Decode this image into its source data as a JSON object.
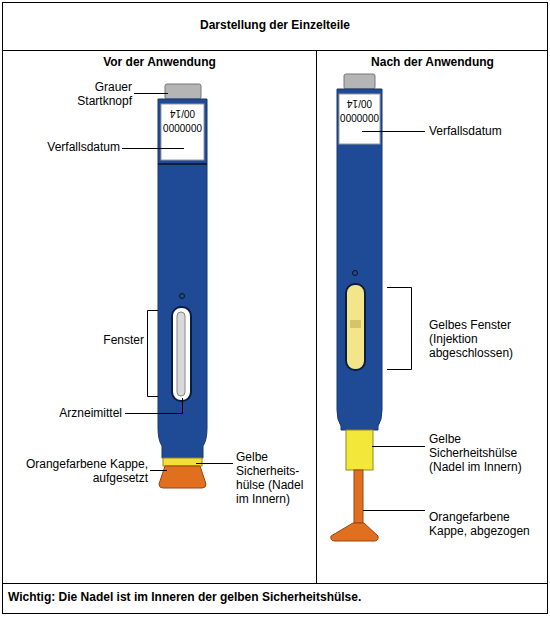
{
  "diagram": {
    "title": "Darstellung der Einzelteile",
    "labels": [
      "Vor der Anwendung",
      "Nach der Anwendung",
      "Grauer Startknopf",
      "00/14",
      "0000000",
      "Verfallsdatum",
      "Fenster",
      "Arzneimittel",
      "Orangefarbene Kappe, aufgesetzt",
      "Gelbe Sicherheits-hülse (Nadel im Innern)",
      "00/14",
      "0000000",
      "Verfallsdatum",
      "Gelbes Fenster (Injektion abgeschlossen)",
      "Gelbe Sicherheitshülse (Nadel im Innern)",
      "Orangefarbene Kappe, abgezogen",
      "Wichtig: Die Nadel ist im Inneren der gelben Sicherheitshülse."
    ]
  }
}
